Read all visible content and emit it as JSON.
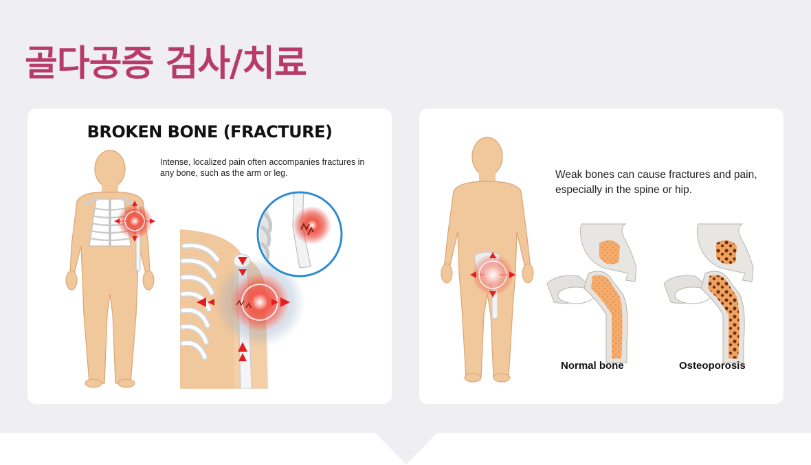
{
  "page": {
    "title": "골다공증 검사/치료"
  },
  "fracture": {
    "heading": "BROKEN BONE (FRACTURE)",
    "description": "Intense, localized pain often accompanies fractures in any bone, such as the arm or leg."
  },
  "osteoporosis": {
    "description": "Weak bones can cause fractures and pain, especially in the spine or hip.",
    "normal_label": "Normal bone",
    "osteo_label": "Osteoporosis"
  },
  "colors": {
    "title": "#b83a6b",
    "skin": "#f1c79c",
    "skin_outline": "#d9a575",
    "pain": "#e53426",
    "arrow": "#e41e1e",
    "bone": "#e8e6e2",
    "marrow": "#f4ab6b",
    "zoom_ring": "#2a8bd1",
    "background": "#eeeef3"
  },
  "icons": [
    "human-body-icon",
    "skeleton-ribcage-icon",
    "pain-arrows-icon",
    "hip-bone-icon"
  ]
}
